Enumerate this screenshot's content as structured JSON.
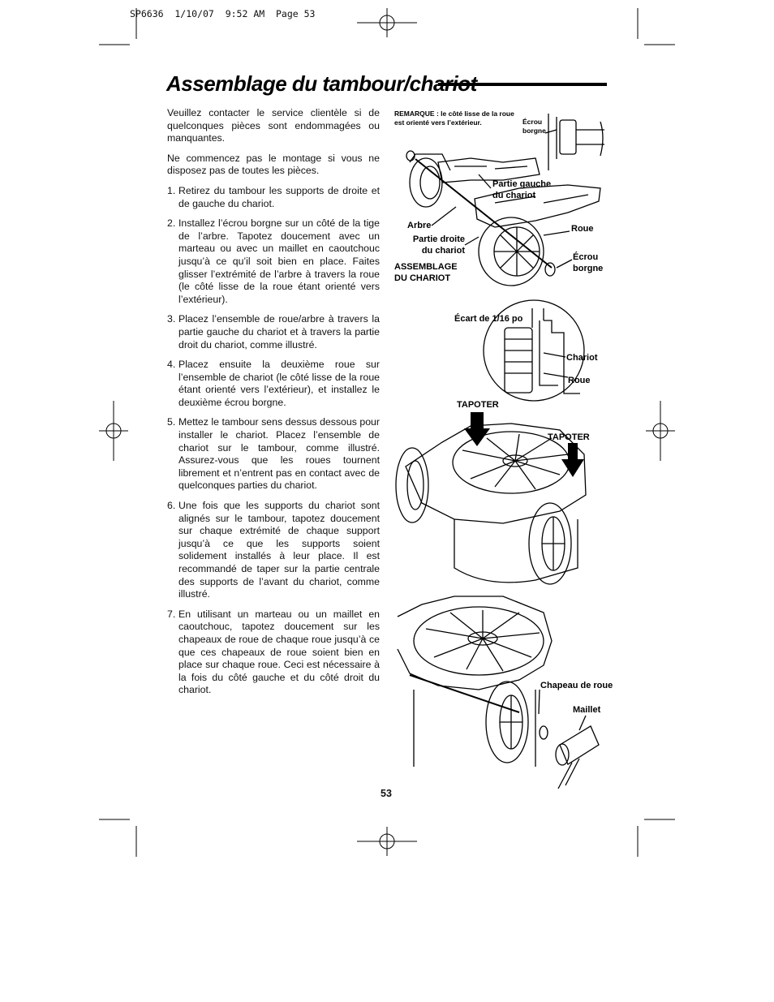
{
  "slug": "SP6636  1/10/07  9:52 AM  Page 53",
  "title": "Assemblage du tambour/chariot",
  "intro": [
    "Veuillez contacter le service clientèle si de quelconques pièces sont endommagées ou manquantes.",
    "Ne commencez pas le montage si vous ne disposez pas de toutes les pièces."
  ],
  "steps": [
    {
      "num": "1.",
      "text": "Retirez du tambour les supports de droite et de gauche du chariot."
    },
    {
      "num": "2.",
      "text": "Installez l’écrou borgne sur un côté de la tige de l’arbre. Tapotez doucement avec un marteau ou avec un maillet en caoutchouc jusqu’à ce qu’il soit bien en place. Faites glisser l’extrémité de l’arbre à travers la roue (le côté lisse de la roue étant orienté vers l’extérieur)."
    },
    {
      "num": "3.",
      "text": "Placez l’ensemble de roue/arbre à travers la partie gauche du chariot et à travers la partie droit du chariot, comme illustré."
    },
    {
      "num": "4.",
      "text": "Placez ensuite la deuxième roue sur l’ensemble de chariot (le côté lisse de la roue étant orienté vers l’extérieur), et installez le deuxième écrou borgne."
    },
    {
      "num": "5.",
      "text": "Mettez le tambour sens dessus dessous pour installer le chariot. Placez l’ensemble de chariot sur le tambour, comme illustré. Assurez-vous que les roues tournent librement et n’entrent pas en contact avec de quelconques parties du chariot."
    },
    {
      "num": "6.",
      "text": "Une fois que les supports du chariot sont alignés sur le tambour, tapotez doucement sur chaque extrémité de chaque support jusqu’à ce que les supports soient solidement installés à leur place. Il est recommandé de taper sur la partie centrale des supports de l’avant du chariot, comme illustré."
    },
    {
      "num": "7.",
      "text": "En utilisant un marteau ou un maillet en caoutchouc, tapotez doucement sur les chapeaux de roue de chaque roue jusqu’à ce que ces chapeaux de roue soient bien en place sur chaque roue. Ceci est nécessaire à la fois du côté gauche et du côté droit du chariot."
    }
  ],
  "figure1": {
    "remark": "REMARQUE : le côté lisse de la roue est orienté vers l’extérieur.",
    "ecrou_top": "Écrou borgne",
    "partie_gauche": "Partie gauche du chariot",
    "arbre": "Arbre",
    "roue": "Roue",
    "partie_droite": "Partie droite du chariot",
    "ecrou_bottom": "Écrou borgne",
    "assemblage": "ASSEMBLAGE DU CHARIOT"
  },
  "figure2": {
    "ecart": "Écart de 1/16 po",
    "chariot": "Chariot",
    "roue": "Roue",
    "tapoter_left": "TAPOTER",
    "tapoter_right": "TAPOTER"
  },
  "figure3": {
    "chapeau": "Chapeau de roue",
    "maillet": "Maillet"
  },
  "page_number": "53"
}
